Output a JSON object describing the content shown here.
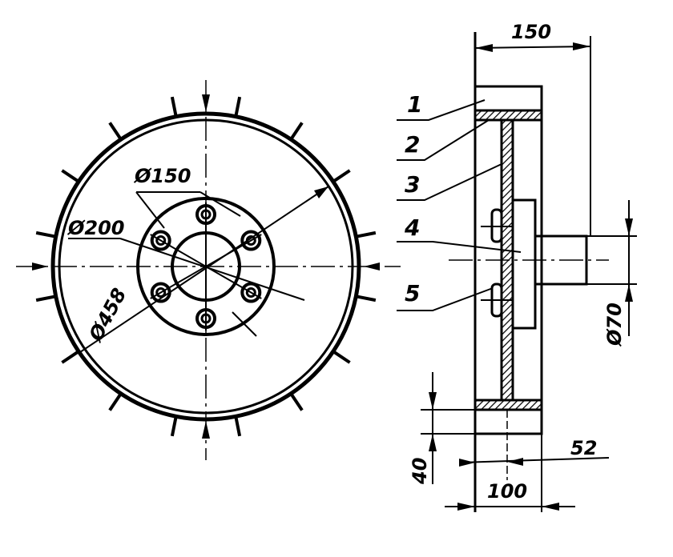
{
  "colors": {
    "ink": "#000000",
    "paper": "#ffffff"
  },
  "front_view": {
    "dimensions": {
      "hub_bolt_circle": "Ø150",
      "hub_diameter": "Ø200",
      "wheel_diameter": "Ø458"
    },
    "spike_count": 16,
    "bolt_count": 6
  },
  "side_view": {
    "dimensions": {
      "overall_width": "150",
      "shaft_diameter": "Ø70",
      "rim_thickness": "40",
      "offset": "52",
      "rim_width": "100"
    },
    "parts": [
      "1",
      "2",
      "3",
      "4",
      "5"
    ]
  }
}
